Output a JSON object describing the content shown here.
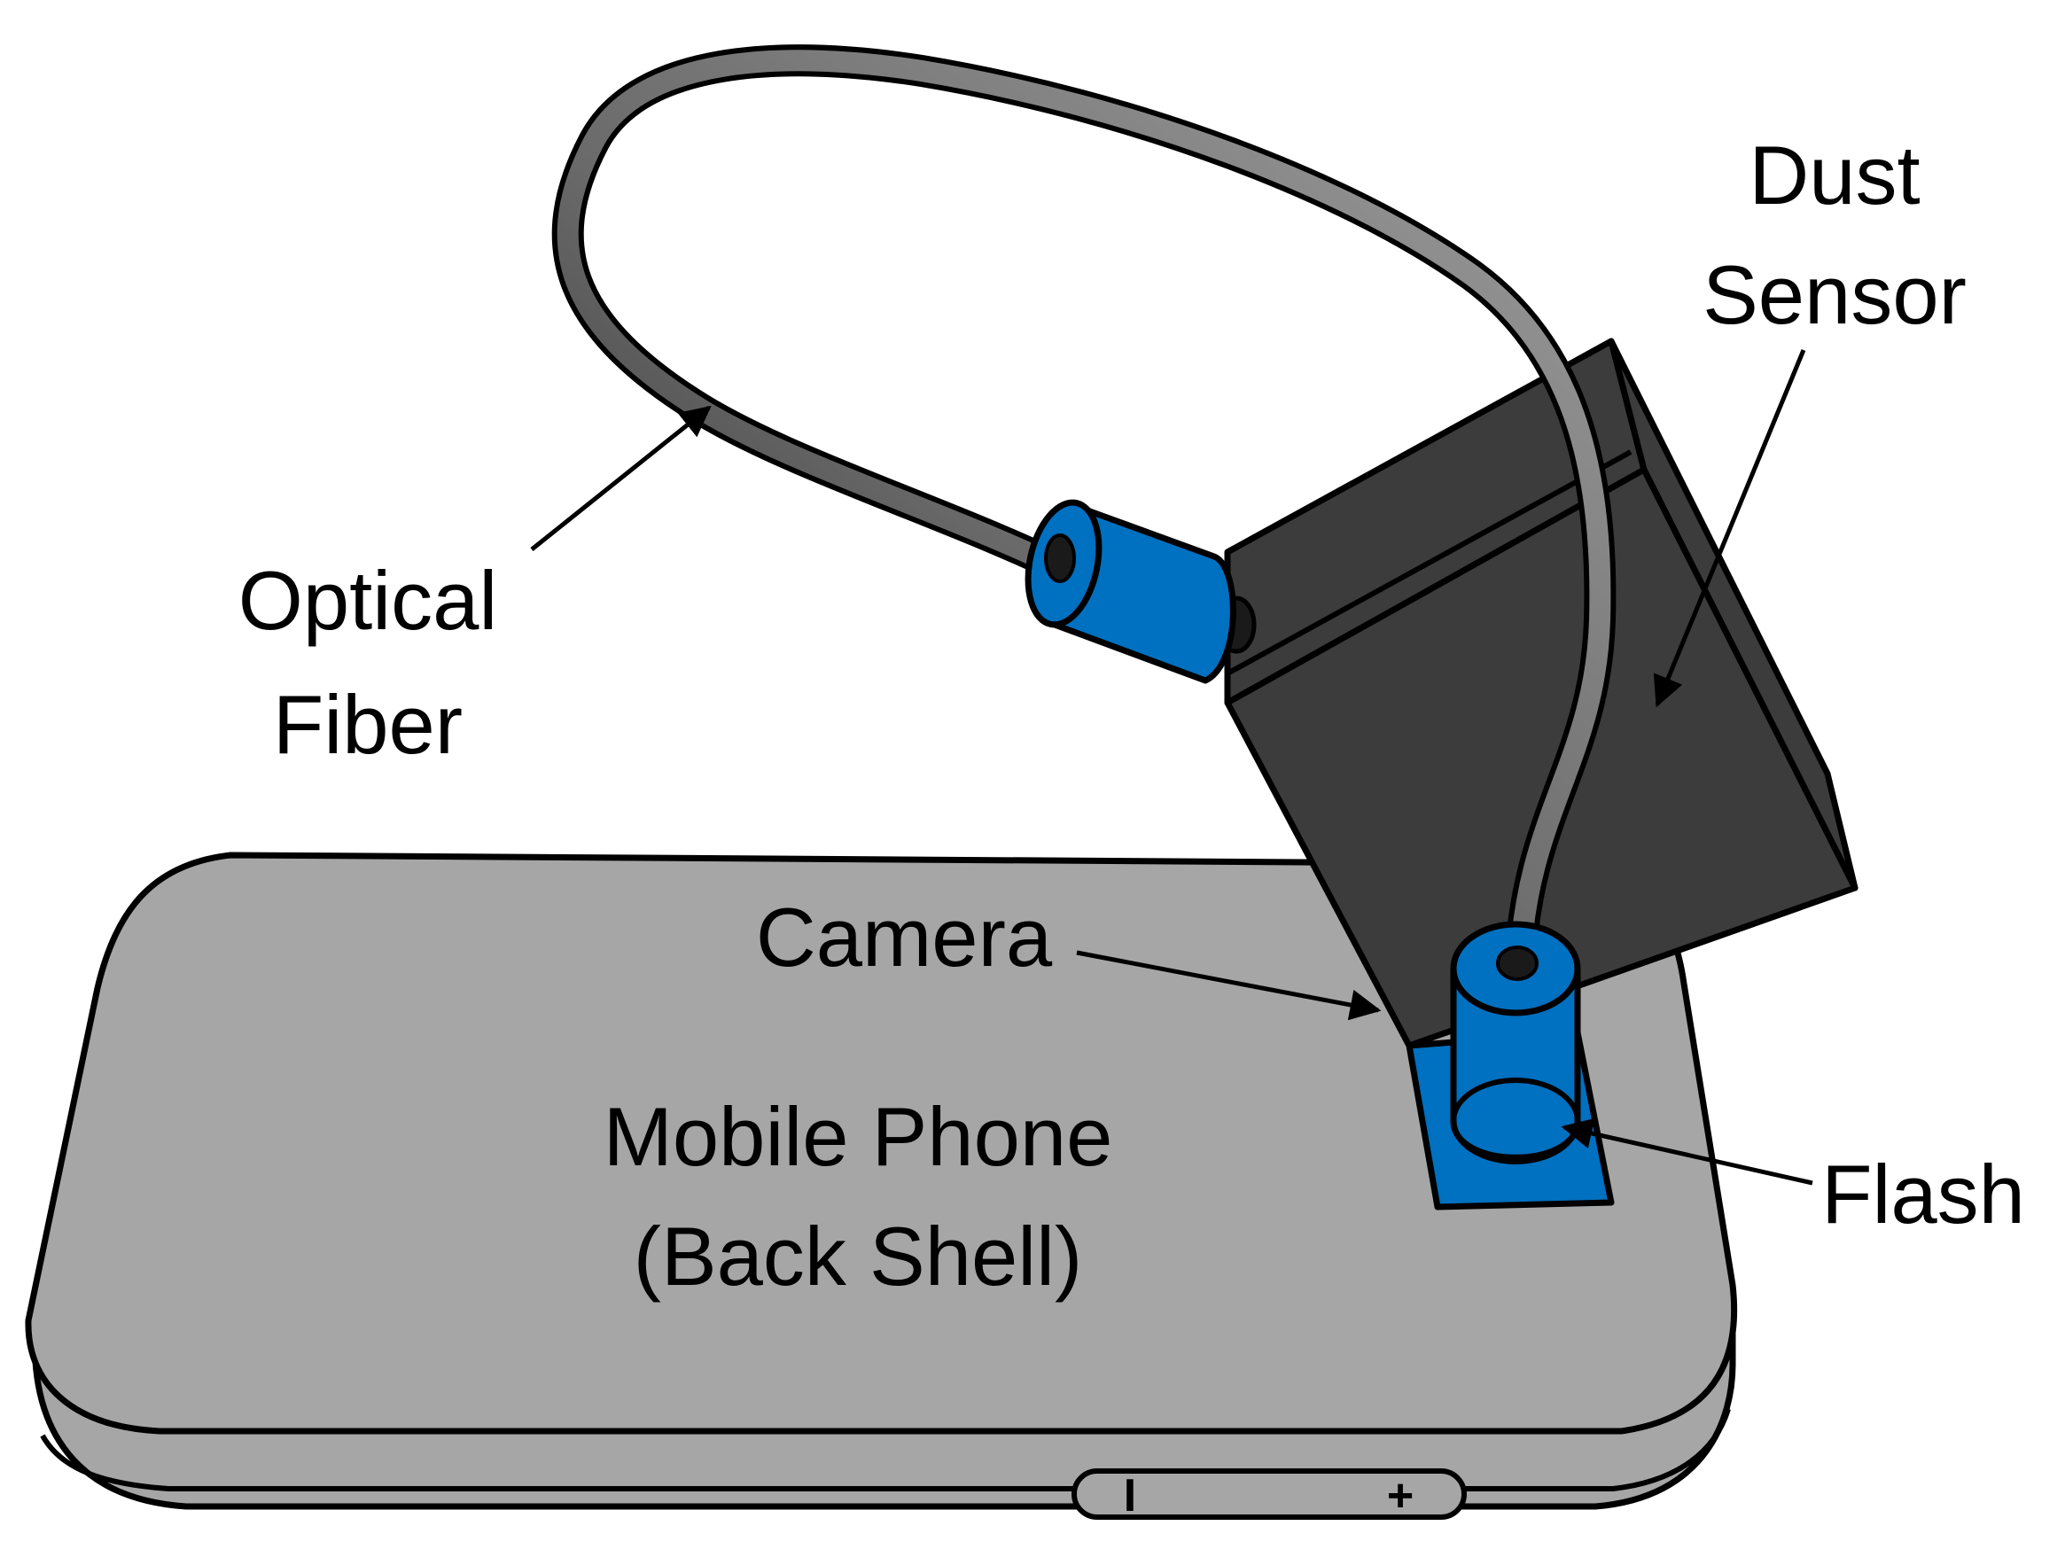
{
  "labels": {
    "optical_fiber_line1": "Optical",
    "optical_fiber_line2": "Fiber",
    "dust_sensor_line1": "Dust",
    "dust_sensor_line2": "Sensor",
    "camera": "Camera",
    "flash": "Flash",
    "phone_line1": "Mobile Phone",
    "phone_line2": "(Back Shell)"
  },
  "volume_button": {
    "minus_label": "I",
    "plus_label": "+"
  },
  "colors": {
    "phone_body": "#a6a6a6",
    "sensor_body": "#3c3c3c",
    "connector_blue": "#0070c0",
    "fiber_dark": "#2a2a2a",
    "fiber_light": "#9a9a9a"
  }
}
